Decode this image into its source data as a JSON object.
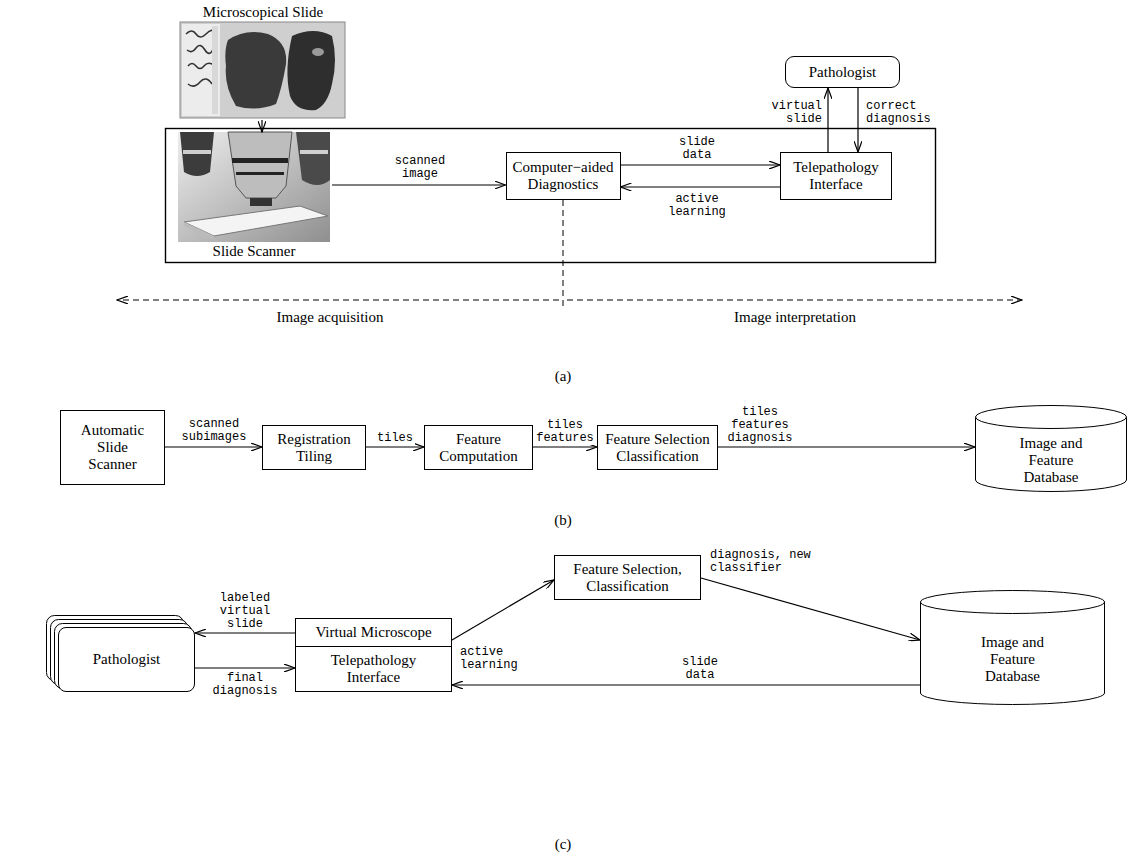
{
  "diagram": {
    "nodes": [
      {
        "text": [
          "Microscopical Slide"
        ]
      },
      {
        "text": [
          "Pathologist"
        ]
      },
      {
        "text": [
          "Slide Scanner"
        ]
      },
      {
        "text": [
          "Computer−aided Diagnostics"
        ]
      },
      {
        "text": [
          "Telepathology Interface"
        ]
      },
      {
        "text": [
          "Automatic Slide Scanner"
        ]
      },
      {
        "text": [
          "Registration Tiling"
        ]
      },
      {
        "text": [
          "Feature Computation"
        ]
      },
      {
        "text": [
          "Feature Selection Classification"
        ]
      },
      {
        "text": [
          "Image and Feature Database"
        ]
      },
      {
        "text": [
          "Feature Selection, Classification"
        ]
      },
      {
        "text": [
          "Pathologist"
        ]
      },
      {
        "text": [
          "Virtual Microscope",
          "Telepathology Interface"
        ]
      },
      {
        "text": [
          "Image and Feature Database"
        ]
      }
    ],
    "edges": [
      {
        "from": 0,
        "to": 2,
        "arrow": "to"
      },
      {
        "from": 2,
        "to": 3,
        "label": "scanned image",
        "arrow": "to"
      },
      {
        "from": 3,
        "to": 4,
        "label": "slide data",
        "arrow": "to"
      },
      {
        "from": 4,
        "to": 3,
        "label": "active learning",
        "arrow": "to"
      },
      {
        "from": 4,
        "to": 1,
        "label": "virtual slide",
        "arrow": "to"
      },
      {
        "from": 1,
        "to": 4,
        "label": "correct diagnosis",
        "arrow": "to"
      },
      {
        "from": 5,
        "to": 6,
        "label": "scanned subimages",
        "arrow": "to"
      },
      {
        "from": 6,
        "to": 7,
        "label": "tiles",
        "arrow": "to"
      },
      {
        "from": 7,
        "to": 8,
        "label": "tiles features",
        "arrow": "to"
      },
      {
        "from": 8,
        "to": 9,
        "label": "tiles features diagnosis",
        "arrow": "to"
      },
      {
        "from": 12,
        "to": 11,
        "label": "labeled virtual slide",
        "arrow": "to"
      },
      {
        "from": 11,
        "to": 12,
        "label": "final diagnosis",
        "arrow": "to"
      },
      {
        "from": 12,
        "to": 10,
        "label": "active learning",
        "arrow": "to"
      },
      {
        "from": 10,
        "to": 13,
        "label": "diagnosis, new classifier",
        "arrow": "to"
      },
      {
        "from": 13,
        "to": 12,
        "label": "slide data",
        "arrow": "to"
      }
    ],
    "labels": [
      "Image acquisition",
      "Image interpretation",
      "(a)",
      "(b)",
      "(c)"
    ]
  }
}
